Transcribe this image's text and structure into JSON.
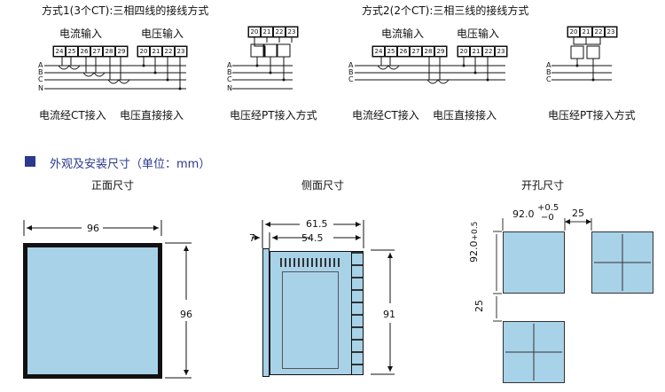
{
  "wiring": {
    "mode1_title": "方式1(3个CT):三相四线的接线方式",
    "mode2_title": "方式2(2个CT):三相三线的接线方式",
    "current_input": "电流输入",
    "voltage_input": "电压输入",
    "ct_access": "电流经CT接入",
    "direct_voltage": "电压直接接入",
    "pt_access": "电压经PT接入方式",
    "terminals_current_1": [
      "24",
      "25",
      "26",
      "27",
      "28",
      "29"
    ],
    "terminals_voltage": [
      "20",
      "21",
      "22",
      "23"
    ],
    "terminals_current_2": [
      "24",
      "25",
      "26",
      "27",
      "28",
      "29"
    ],
    "phase_labels_4wire": [
      "A",
      "B",
      "C",
      "N"
    ],
    "phase_labels_3wire": [
      "A",
      "B",
      "C"
    ]
  },
  "dimensions": {
    "section_title": "外观及安装尺寸（单位：mm）",
    "front_label": "正面尺寸",
    "side_label": "侧面尺寸",
    "cutout_label": "开孔尺寸",
    "front_width": "96",
    "front_height": "96",
    "side_total": "61.5",
    "side_body": "54.5",
    "side_front": "7",
    "side_height": "91",
    "cutout_width": "92.0",
    "cutout_tol_plus": "+0.5",
    "cutout_tol_minus": "−0",
    "cutout_height": "92.0",
    "cutout_vtol": "+0.5",
    "gap_h": "25",
    "gap_v": "25"
  },
  "colors": {
    "panel": "#a8d2e8",
    "accent": "#2b3a8f"
  }
}
